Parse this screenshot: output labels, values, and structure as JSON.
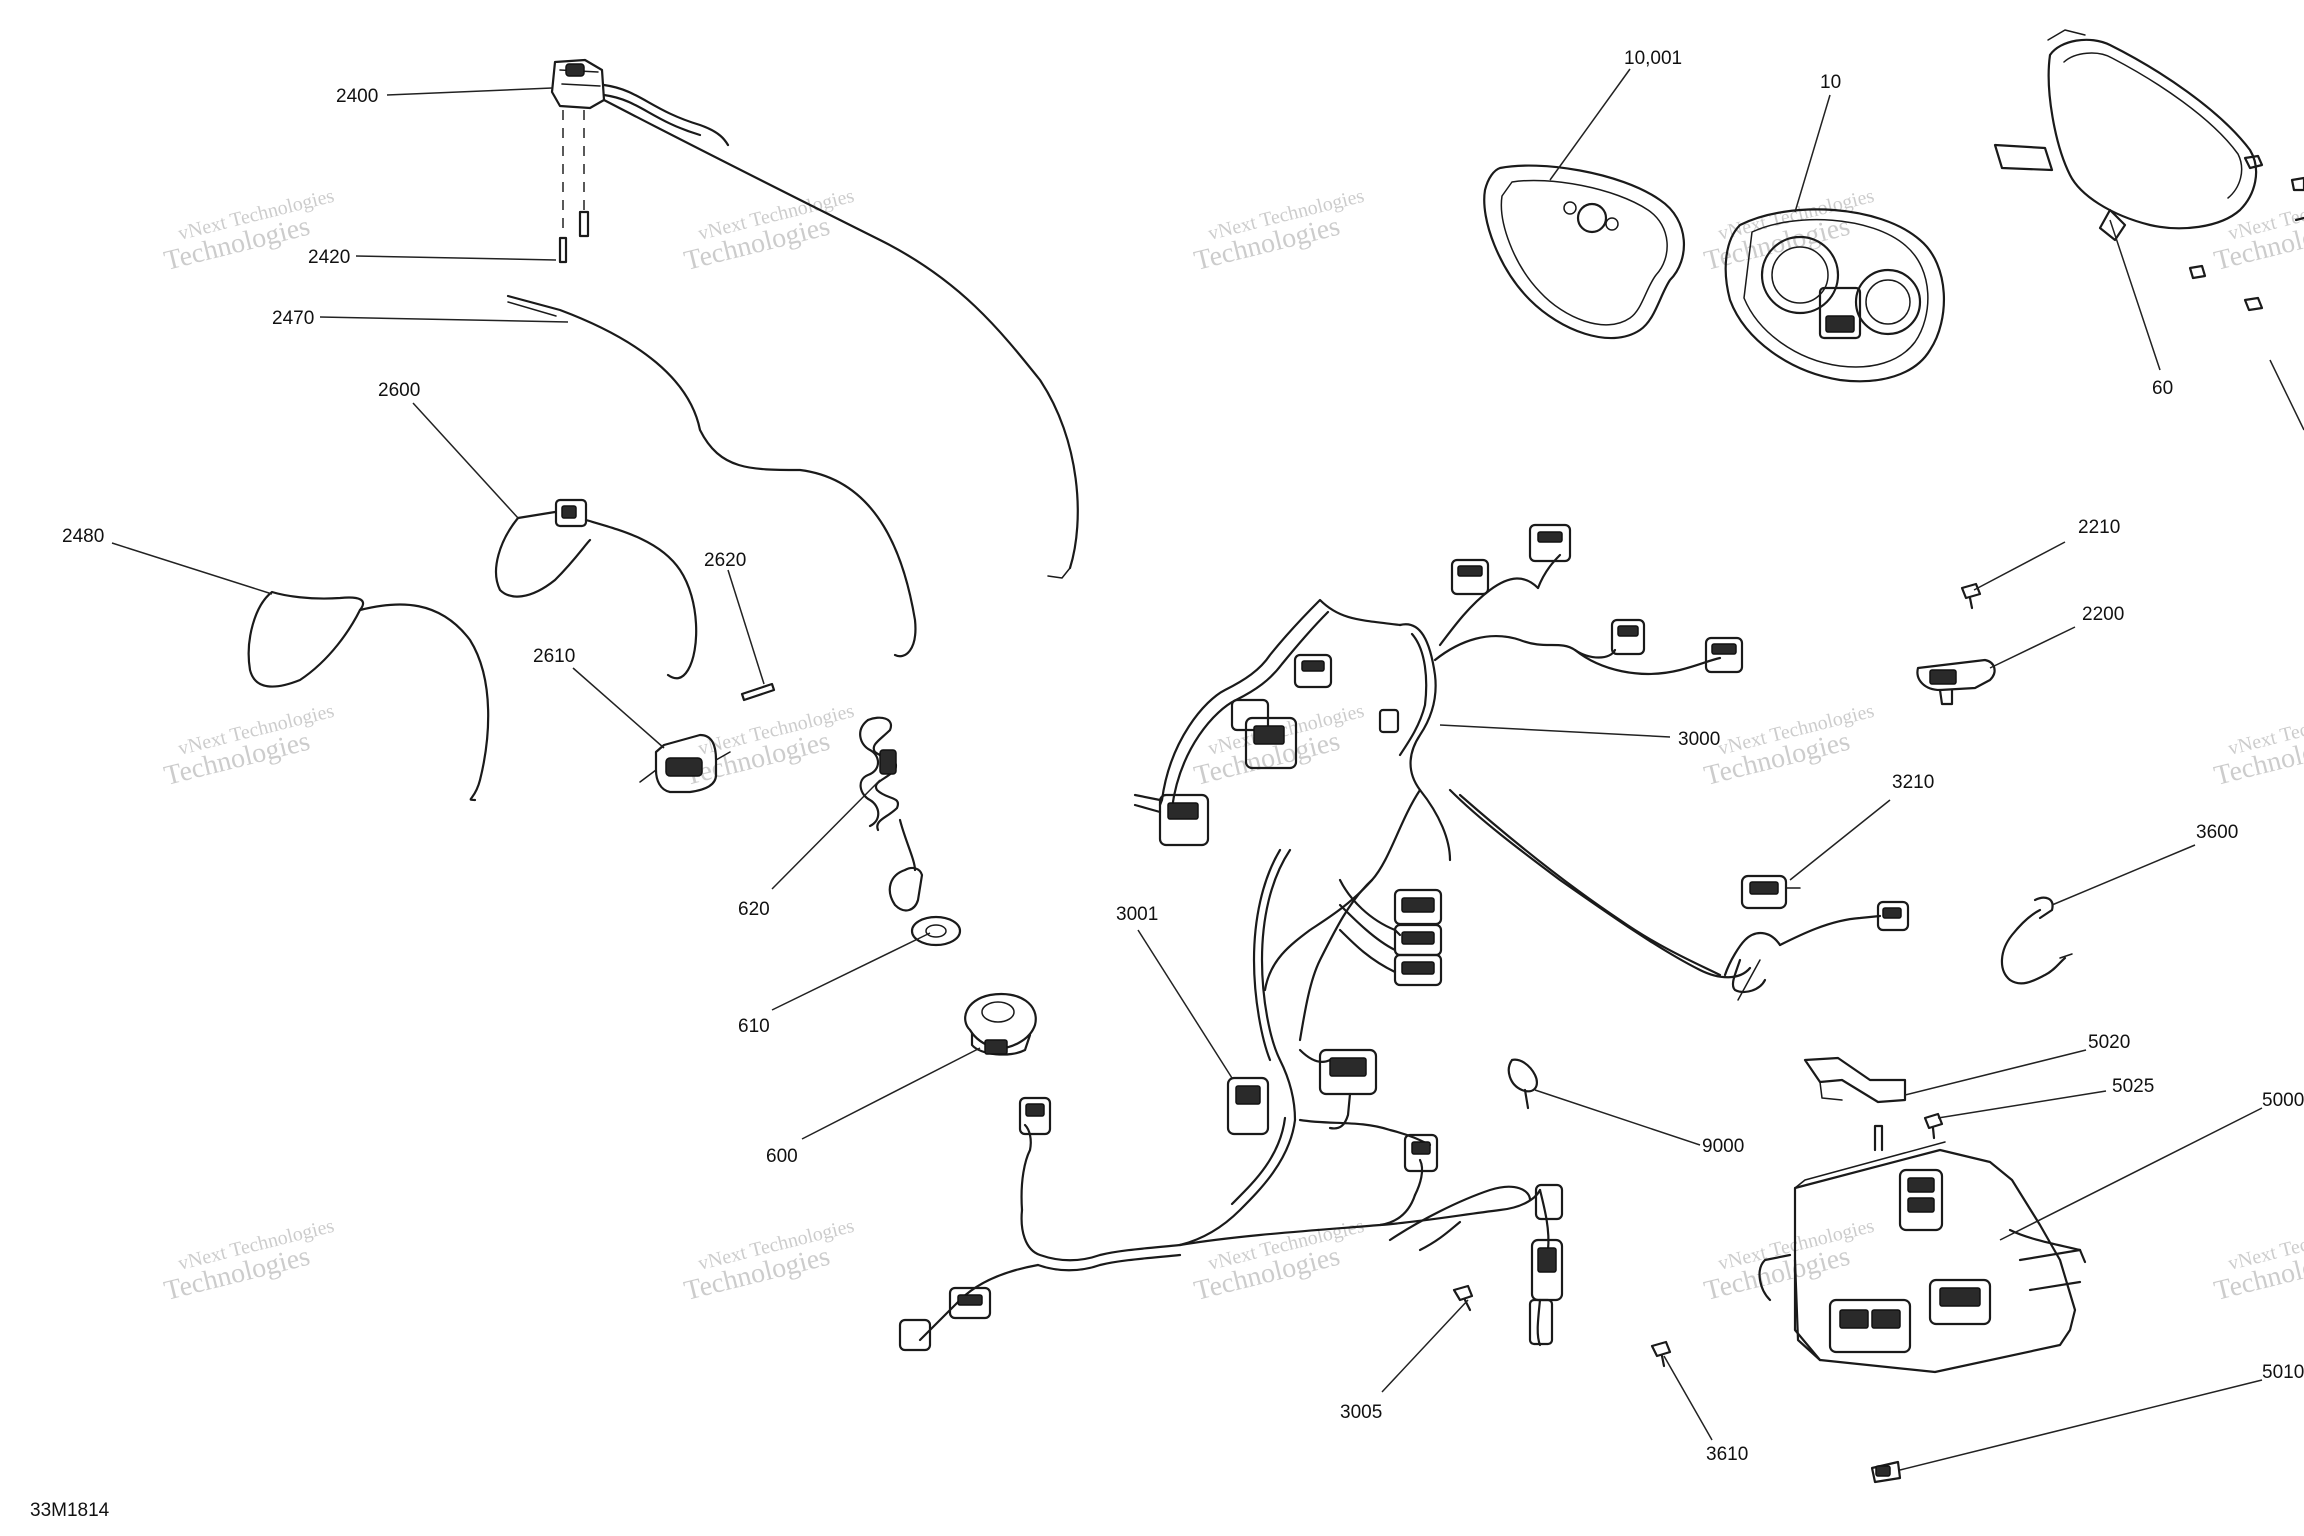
{
  "drawing": {
    "code": "33M1814"
  },
  "watermark": {
    "line1": "vNext Technologies",
    "line2": "Technologies"
  },
  "callouts": {
    "p2400": "2400",
    "p2420": "2420",
    "p2470": "2470",
    "p2600": "2600",
    "p2480": "2480",
    "p2620": "2620",
    "p2610": "2610",
    "p620": "620",
    "p610": "610",
    "p600": "600",
    "p10001": "10,001",
    "p10": "10",
    "p60": "60",
    "p2210": "2210",
    "p2200": "2200",
    "p3000": "3000",
    "p3210": "3210",
    "p3600": "3600",
    "p3001": "3001",
    "p5020": "5020",
    "p5025": "5025",
    "p5000": "5000",
    "p9000": "9000",
    "p3005": "3005",
    "p3610": "3610",
    "p5010": "5010"
  },
  "colors": {
    "line": "#1a1a1a",
    "watermark": "#bcbcbc",
    "background": "#ffffff"
  }
}
